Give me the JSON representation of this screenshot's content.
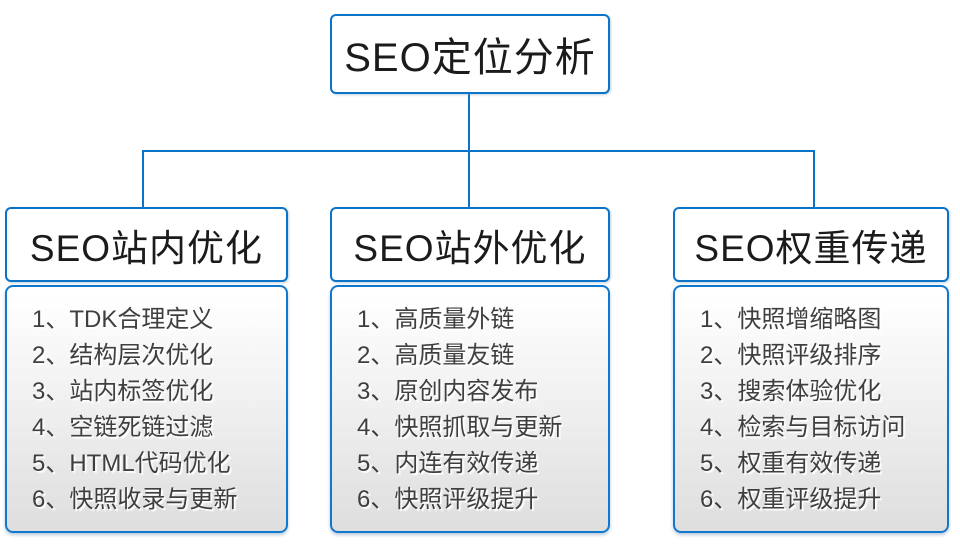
{
  "root": {
    "label": "SEO定位分析"
  },
  "columns": [
    {
      "title": "SEO站内优化",
      "items": [
        "1、TDK合理定义",
        "2、结构层次优化",
        "3、站内标签优化",
        "4、空链死链过滤",
        "5、HTML代码优化",
        "6、快照收录与更新"
      ]
    },
    {
      "title": "SEO站外优化",
      "items": [
        "1、高质量外链",
        "2、高质量友链",
        "3、原创内容发布",
        "4、快照抓取与更新",
        "5、内连有效传递",
        "6、快照评级提升"
      ]
    },
    {
      "title": "SEO权重传递",
      "items": [
        "1、快照增缩略图",
        "2、快照评级排序",
        "3、搜索体验优化",
        "4、检索与目标访问",
        "5、权重有效传递",
        "6、权重评级提升"
      ]
    }
  ],
  "colors": {
    "connector_line": "#0b74c8",
    "box_border": "#1079ce",
    "title_text": "#1b1b1b",
    "item_text": "#3f3f3f",
    "panel_gradient_top": "#ffffff",
    "panel_gradient_bottom": "#dedede"
  }
}
